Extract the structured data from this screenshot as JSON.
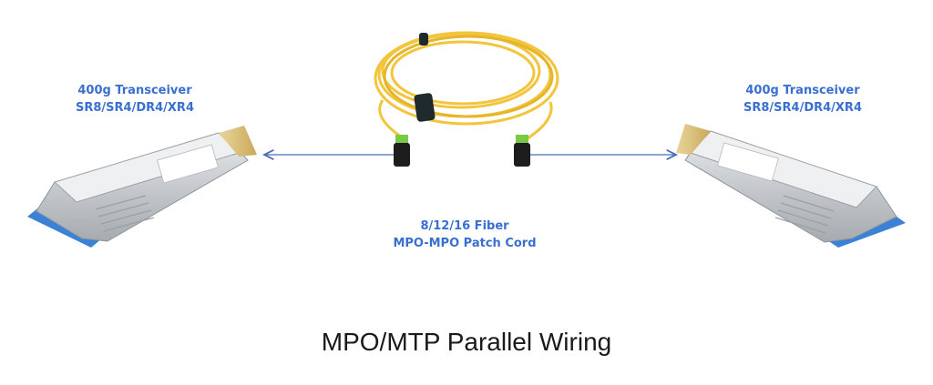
{
  "title": "MPO/MTP Parallel Wiring",
  "left_transceiver": {
    "line1": "400g Transceiver",
    "line2": "SR8/SR4/DR4/XR4"
  },
  "right_transceiver": {
    "line1": "400g Transceiver",
    "line2": "SR8/SR4/DR4/XR4"
  },
  "cable": {
    "line1": "8/12/16 Fiber",
    "line2": "MPO-MPO Patch Cord"
  },
  "colors": {
    "label": "#3a6fd0",
    "fiber": "#f2c53d",
    "connector": "#7ac943",
    "pull_tab": "#3b82d6",
    "arrow": "#4a6fb8"
  }
}
